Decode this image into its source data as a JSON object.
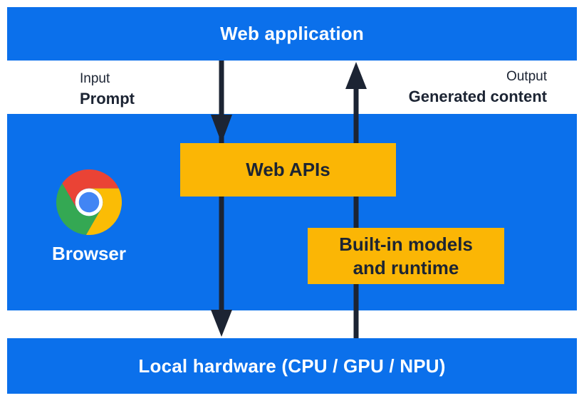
{
  "diagram": {
    "web_application_label": "Web application",
    "io": {
      "input_label": "Input",
      "input_value": "Prompt",
      "output_label": "Output",
      "output_value": "Generated content"
    },
    "browser": {
      "label": "Browser",
      "web_apis_label": "Web APIs",
      "builtin_models_line1": "Built-in models",
      "builtin_models_line2": "and runtime"
    },
    "local_hardware_label": "Local hardware (CPU / GPU / NPU)",
    "icons": {
      "chrome_logo": "chrome-logo-icon",
      "down_arrow": "input-flow-arrow-down",
      "up_arrow": "output-flow-arrow-up"
    },
    "colors": {
      "panel_blue": "#0B70EB",
      "box_yellow": "#FBB605",
      "ink_navy": "#1C2433",
      "chrome_red": "#EA4335",
      "chrome_yellow": "#FBBC05",
      "chrome_green": "#34A853",
      "chrome_blue": "#4285F4",
      "white": "#FFFFFF"
    }
  }
}
